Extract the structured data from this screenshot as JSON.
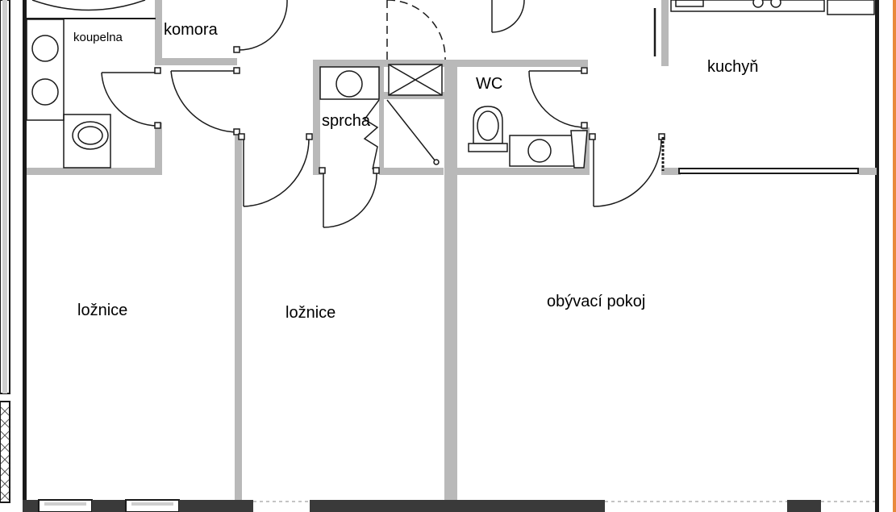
{
  "rooms": {
    "koupelna": "koupelna",
    "komora": "komora",
    "sprcha": "sprcha",
    "wc": "WC",
    "kuchyn": "kuchyň",
    "loznice_left": "ložnice",
    "loznice_mid": "ložnice",
    "obyvaci_pokoj": "obývací pokoj"
  },
  "colors": {
    "wall_gray": "#b9b9b9",
    "wall_dark": "#333333",
    "line": "#1a1a1a",
    "accent_orange": "#e98a3c"
  }
}
